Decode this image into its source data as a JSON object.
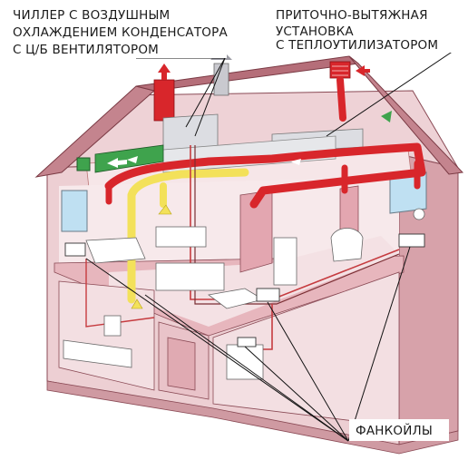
{
  "labels": {
    "chiller": [
      "ЧИЛЛЕР С ВОЗДУШНЫМ",
      "ОХЛАЖДЕНИЕМ КОНДЕНСАТОРА",
      "С Ц/Б ВЕНТИЛЯТОРОМ"
    ],
    "ventilation_unit": [
      "ПРИТОЧНО-ВЫТЯЖНАЯ",
      "УСТАНОВКА",
      "С ТЕПЛОУТИЛИЗАТОРОМ"
    ],
    "fancoils": "ФАНКОЙЛЫ"
  },
  "colors": {
    "wall": "#e9c6cb",
    "wall_dark": "#d9a6ae",
    "roof": "#c9868f",
    "floor_slab": "#f2dde0",
    "duct_red": "#d8262b",
    "duct_yellow": "#f3e15a",
    "duct_gray": "#d9dadf",
    "pipe_green": "#3fa34d",
    "window": "#bfe0f2"
  }
}
